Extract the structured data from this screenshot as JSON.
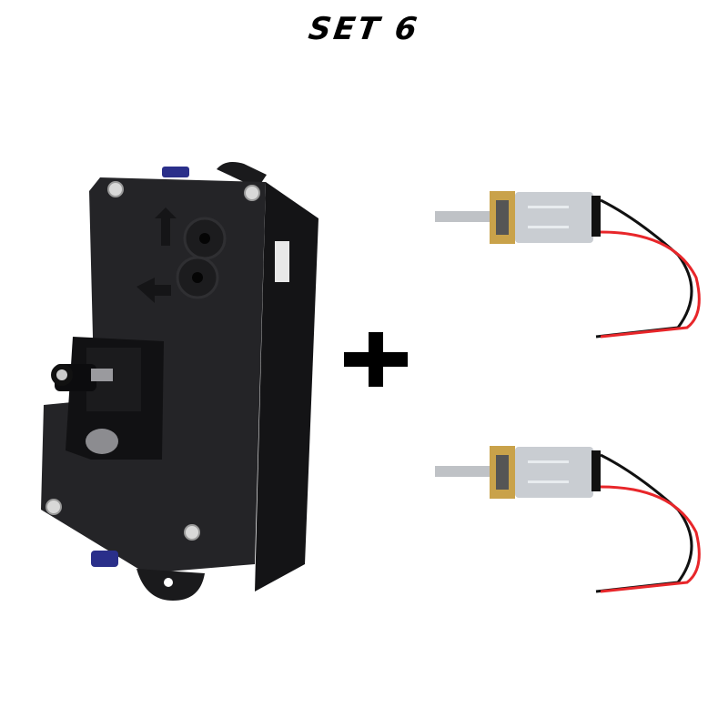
{
  "title": "SET 6",
  "items": [
    {
      "name": "extruder-feeder-housing",
      "description": "black 3D-printed dual drive feeder box"
    },
    {
      "name": "gear-motor",
      "count": 2,
      "wire_colors": [
        "#e8262a",
        "#111111"
      ]
    }
  ],
  "operator": "+",
  "colors": {
    "background": "#ffffff",
    "housing": "#1d1d1f",
    "brass": "#c9a24a",
    "motor_can": "#c9cdd2",
    "wire_red": "#e8262a"
  }
}
